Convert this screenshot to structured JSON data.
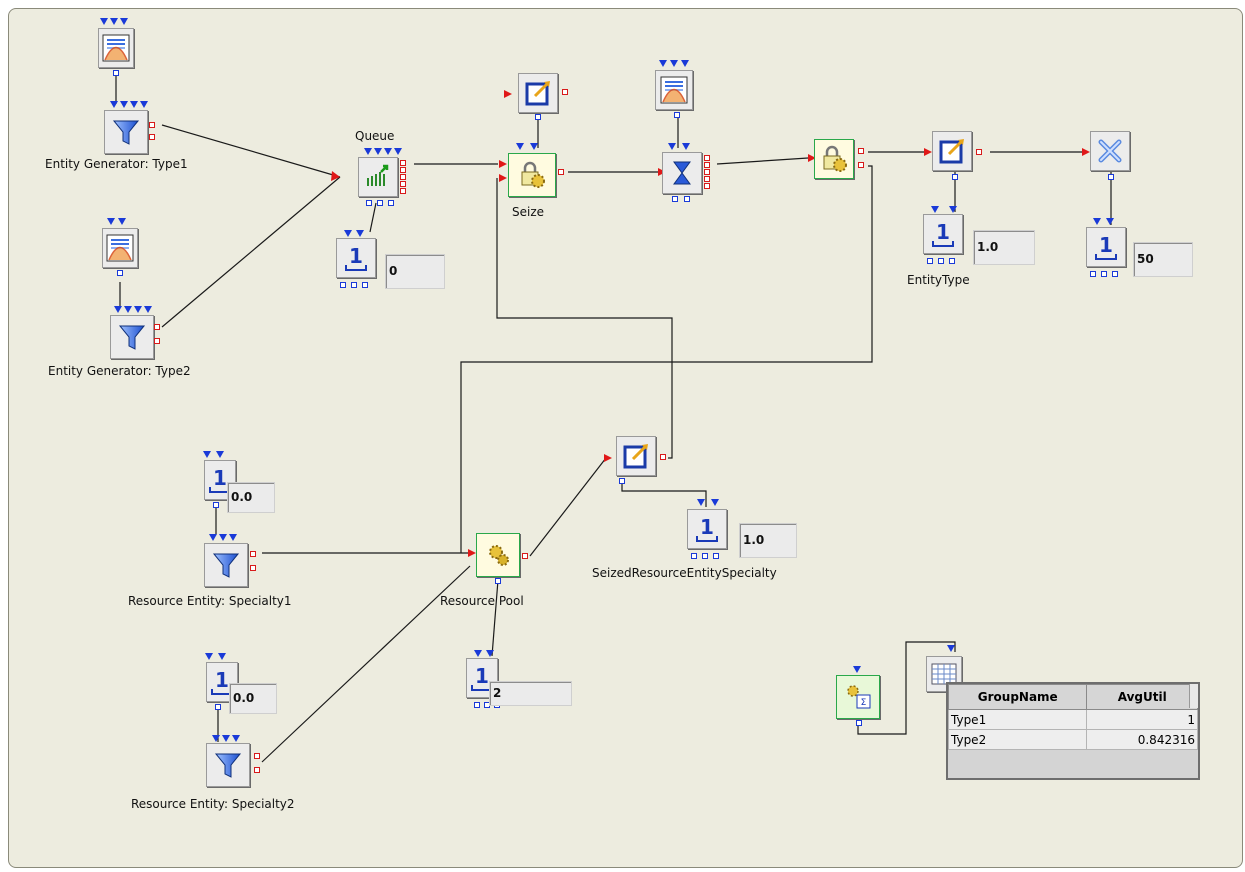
{
  "labels": {
    "gen1": "Entity Generator: Type1",
    "gen2": "Entity Generator: Type2",
    "queue": "Queue",
    "seize": "Seize",
    "entity_type": "EntityType",
    "res1": "Resource Entity: Specialty1",
    "res2": "Resource Entity: Specialty2",
    "pool": "Resource Pool",
    "seized_specialty": "SeizedResourceEntitySpecialty"
  },
  "displays": {
    "queue_count": "0",
    "entity_type_value": "1.0",
    "sink_count": "50",
    "res1_value": "0.0",
    "res2_value": "0.0",
    "pool_count": "2",
    "seized_specialty_value": "1.0"
  },
  "table": {
    "headers": [
      "GroupName",
      "AvgUtil"
    ],
    "rows": [
      [
        "Type1",
        "1"
      ],
      [
        "Type2",
        "0.842316"
      ]
    ]
  },
  "colors": {
    "canvas": "#edecdf",
    "wire": "#1a1a1a",
    "signal_port": "#1a3ad8",
    "entity_port": "#d81a1a"
  }
}
